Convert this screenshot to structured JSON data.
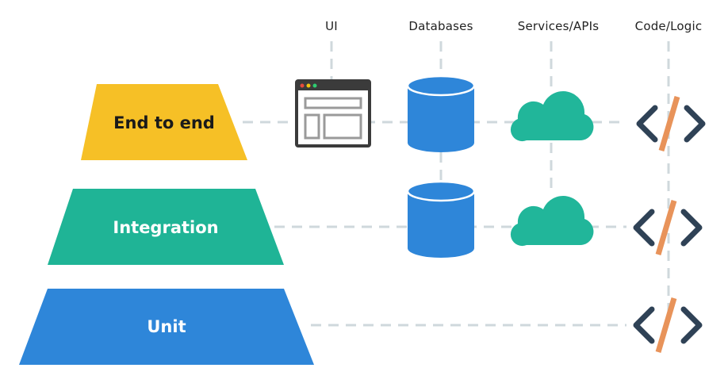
{
  "columns": {
    "ui": "UI",
    "databases": "Databases",
    "services": "Services/APIs",
    "code": "Code/Logic"
  },
  "tiers": {
    "e2e": "End to end",
    "integration": "Integration",
    "unit": "Unit"
  },
  "colors": {
    "e2e": "#f6c026",
    "integration": "#1fb496",
    "unit": "#2e86d9",
    "database": "#2e86d9",
    "cloud": "#21b69a",
    "code_bracket": "#2f4256",
    "code_slash": "#e8935a",
    "dash": "#cfd8dc",
    "browser_frame": "#3b3b3b"
  },
  "icons": {
    "ui": "browser-window-icon",
    "database": "database-cylinder-icon",
    "service": "cloud-icon",
    "code": "code-brackets-icon"
  }
}
